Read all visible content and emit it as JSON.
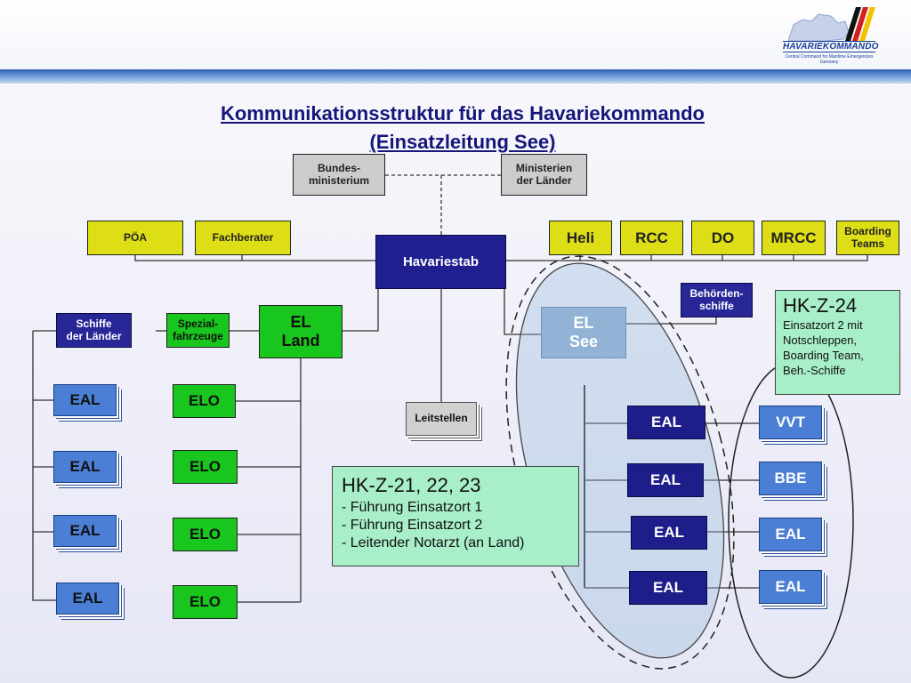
{
  "title": {
    "line1": "Kommunikationsstruktur für das Havariekommando",
    "line2": "(Einsatzleitung See)"
  },
  "logo": {
    "name": "HAVARIEKOMMANDO",
    "subtitle": "Central Command for Maritime Emergencies Germany"
  },
  "boxes": {
    "bundesministerium": "Bundes-\nministerium",
    "ministerien": "Ministerien\nder Länder",
    "poa": "PÖA",
    "fachberater": "Fachberater",
    "heli": "Heli",
    "rcc": "RCC",
    "do": "DO",
    "mrcc": "MRCC",
    "boarding": "Boarding\nTeams",
    "havariestab": "Havariestab",
    "behoerden": "Behörden-\nschiffe",
    "schiffe_laender": "Schiffe\nder Länder",
    "spezial": "Spezial-\nfahrzeuge",
    "el_land": "EL\nLand",
    "el_see": "EL\nSee",
    "leitstellen": "Leitstellen"
  },
  "left_eal": [
    "EAL",
    "EAL",
    "EAL",
    "EAL"
  ],
  "left_elo": [
    "ELO",
    "ELO",
    "ELO",
    "ELO"
  ],
  "see_eal": [
    "EAL",
    "EAL",
    "EAL",
    "EAL"
  ],
  "right_units": [
    "VVT",
    "BBE",
    "EAL",
    "EAL"
  ],
  "note_hkz24": {
    "heading": "HK-Z-24",
    "lines": [
      "Einsatzort 2 mit",
      "Notschleppen,",
      "Boarding Team,",
      "Beh.-Schiffe"
    ]
  },
  "note_hkz21": {
    "heading": "HK-Z-21, 22, 23",
    "lines": [
      "- Führung Einsatzort 1",
      "- Führung Einsatzort 2",
      "- Leitender Notarzt (an Land)"
    ]
  }
}
